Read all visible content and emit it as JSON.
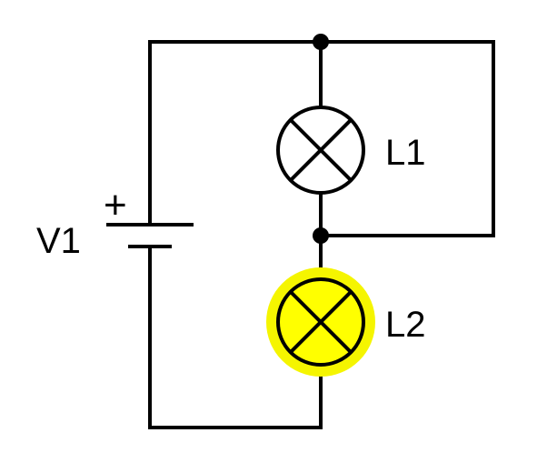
{
  "components": {
    "battery": {
      "label": "V1",
      "polarity": "+"
    },
    "lamps": [
      {
        "label": "L1",
        "lit": false
      },
      {
        "label": "L2",
        "lit": true
      }
    ]
  },
  "colors": {
    "wire": "#000000",
    "lamp_glow": "#f5f500",
    "lamp_lit_fill": "#ffff00",
    "lamp_unlit_fill": "#ffffff"
  }
}
